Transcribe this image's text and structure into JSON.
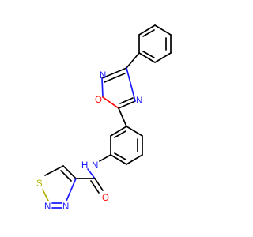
{
  "colors": {
    "carbon": "#000000",
    "nitrogen": "#1a1aff",
    "oxygen": "#ff0d0d",
    "sulfur": "#b0b000",
    "background": "#ffffff"
  },
  "atom_labels": {
    "oxadiazole_n2": "N",
    "oxadiazole_o1": "O",
    "oxadiazole_n4": "N",
    "amide_n": "N",
    "amide_h": "H",
    "amide_o": "O",
    "thiadiazole_s": "S",
    "thiadiazole_n2": "N",
    "thiadiazole_n3": "N"
  }
}
